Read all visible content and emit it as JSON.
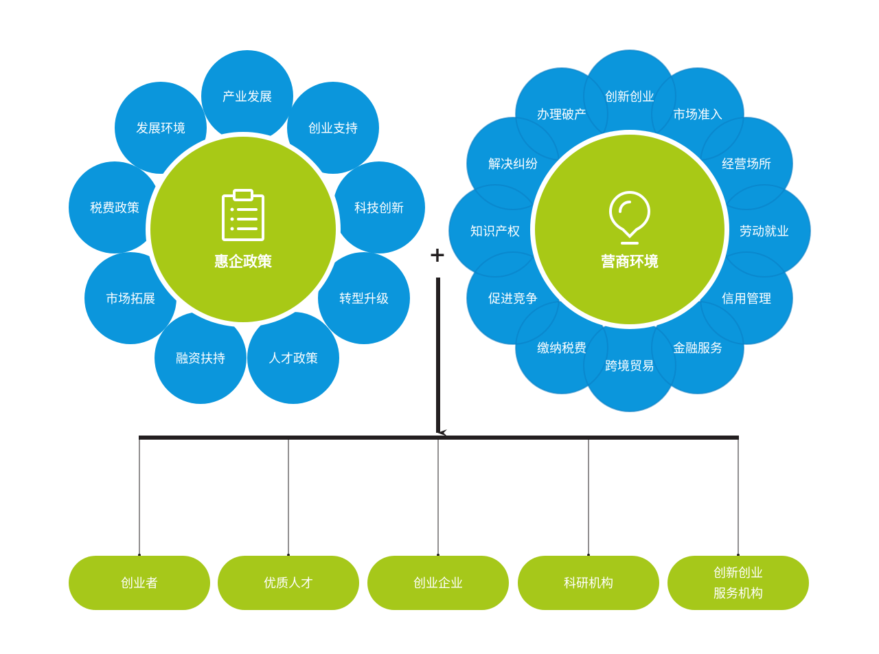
{
  "colors": {
    "petal_blue": "#0b96dc",
    "petal_overlap": "#0a7fc4",
    "center_green": "#a8c916",
    "target_green": "#a6c81a",
    "line_dark": "#231f20",
    "text_white": "#ffffff"
  },
  "left_flower": {
    "center_icon": "clipboard-list-icon",
    "center_label": "惠企政策",
    "petals": [
      "产业发展",
      "创业支持",
      "科技创新",
      "转型升级",
      "人才政策",
      "融资扶持",
      "市场拓展",
      "税费政策",
      "发展环境"
    ]
  },
  "right_flower": {
    "center_icon": "location-pin-icon",
    "center_label": "营商环境",
    "petals": [
      "创新创业",
      "市场准入",
      "经营场所",
      "劳动就业",
      "信用管理",
      "金融服务",
      "跨境贸易",
      "缴纳税费",
      "促进竞争",
      "知识产权",
      "解决纠纷",
      "办理破产"
    ]
  },
  "connector": {
    "plus_sign": "+"
  },
  "targets": [
    "创业者",
    "优质人才",
    "创业企业",
    "科研机构",
    "创新创业\n服务机构"
  ]
}
